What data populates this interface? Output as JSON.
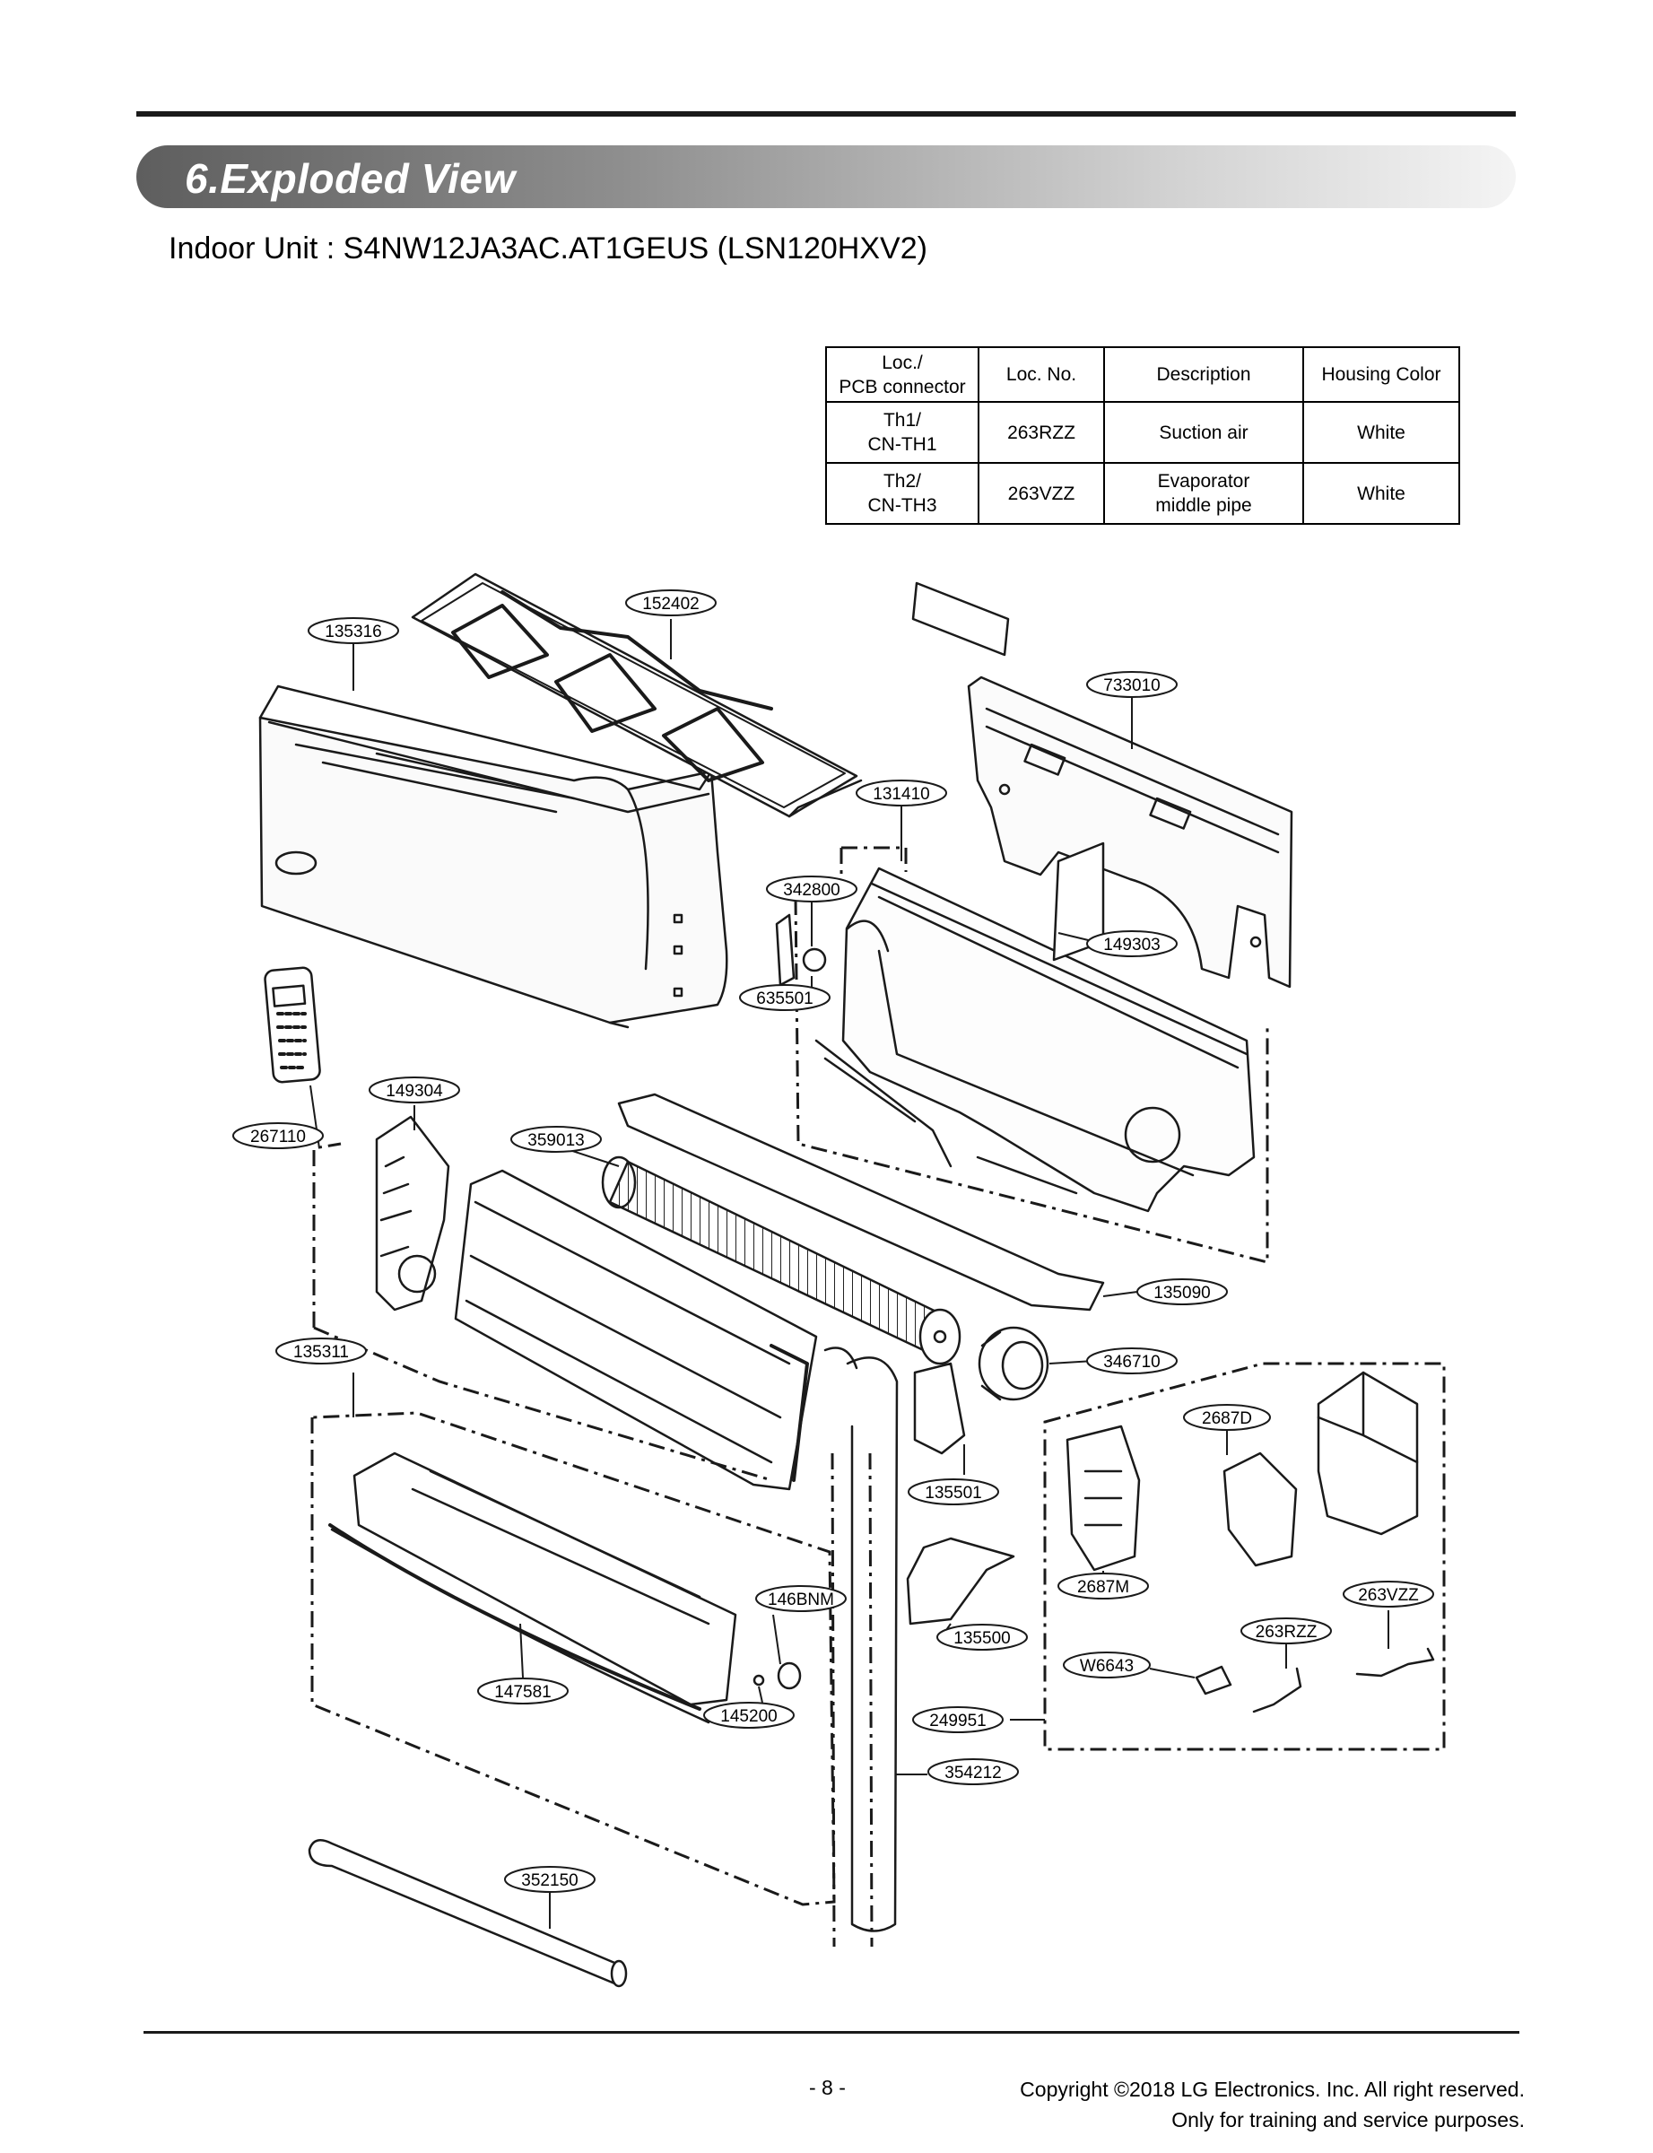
{
  "header": {
    "title": "6.Exploded View",
    "subtitle": "Indoor Unit : S4NW12JA3AC.AT1GEUS (LSN120HXV2)"
  },
  "sensor_table": {
    "headers": [
      "Loc./\nPCB connector",
      "Loc. No.",
      "Description",
      "Housing Color"
    ],
    "rows": [
      [
        "Th1/\nCN-TH1",
        "263RZZ",
        "Suction air",
        "White"
      ],
      [
        "Th2/\nCN-TH3",
        "263VZZ",
        "Evaporator\nmiddle pipe",
        "White"
      ]
    ]
  },
  "callouts": {
    "c135316": "135316",
    "c152402": "152402",
    "c733010": "733010",
    "c131410": "131410",
    "c342800": "342800",
    "c149303": "149303",
    "c635501": "635501",
    "c149304": "149304",
    "c267110": "267110",
    "c359013": "359013",
    "c135090": "135090",
    "c135311": "135311",
    "c346710": "346710",
    "c2687D": "2687D",
    "c135501": "135501",
    "c146BNM": "146BNM",
    "c2687M": "2687M",
    "c263VZZ": "263VZZ",
    "c135500": "135500",
    "c263RZZ": "263RZZ",
    "cW6643": "W6643",
    "c147581": "147581",
    "c145200": "145200",
    "c249951": "249951",
    "c354212": "354212",
    "c352150": "352150"
  },
  "footer": {
    "page_number": "- 8 -",
    "copyright_line1": "Copyright ©2018 LG Electronics. Inc. All right reserved.",
    "copyright_line2": "Only for training and service purposes."
  }
}
